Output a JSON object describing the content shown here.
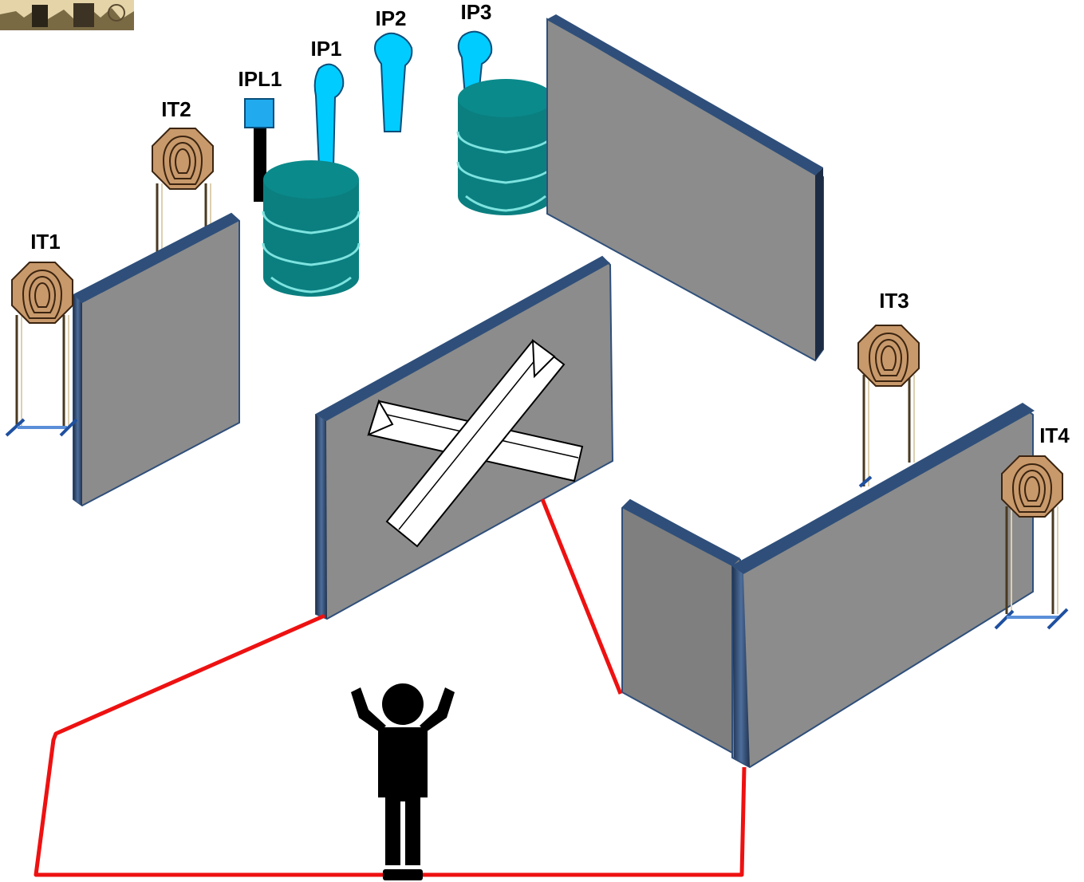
{
  "labels": {
    "it1": "IT1",
    "it2": "IT2",
    "it3": "IT3",
    "it4": "IT4",
    "ip1": "IP1",
    "ip2": "IP2",
    "ip3": "IP3",
    "ipl1": "IPL1"
  },
  "colors": {
    "wall_face": "#8c8c8c",
    "wall_edge": "#2f4f7a",
    "barrel": "#0b7f80",
    "barrel_ring": "#7de3df",
    "popper": "#00ccff",
    "target": "#c8996b",
    "fault_line": "#ee1111",
    "shooter": "#000000"
  },
  "icons": {
    "logo": "cowboy-range-logo-icon",
    "shooter": "shooter-hands-up-icon"
  }
}
